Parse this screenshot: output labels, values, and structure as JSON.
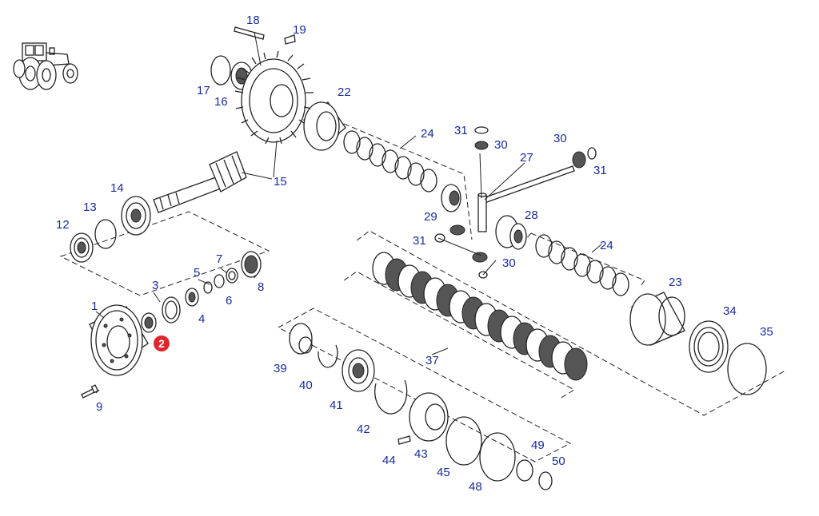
{
  "diagram": {
    "highlight_color": "#e0262c",
    "label_color": "#1a2a9c",
    "highlighted_part": "2",
    "callouts": [
      "1",
      "2",
      "3",
      "4",
      "5",
      "6",
      "7",
      "8",
      "9",
      "12",
      "13",
      "14",
      "15",
      "16",
      "17",
      "18",
      "19",
      "22",
      "23",
      "24",
      "24",
      "27",
      "28",
      "29",
      "30",
      "30",
      "30",
      "31",
      "31",
      "31",
      "34",
      "35",
      "37",
      "39",
      "40",
      "41",
      "42",
      "43",
      "44",
      "45",
      "48",
      "49",
      "50"
    ],
    "icons": [
      "tractor-icon"
    ]
  }
}
